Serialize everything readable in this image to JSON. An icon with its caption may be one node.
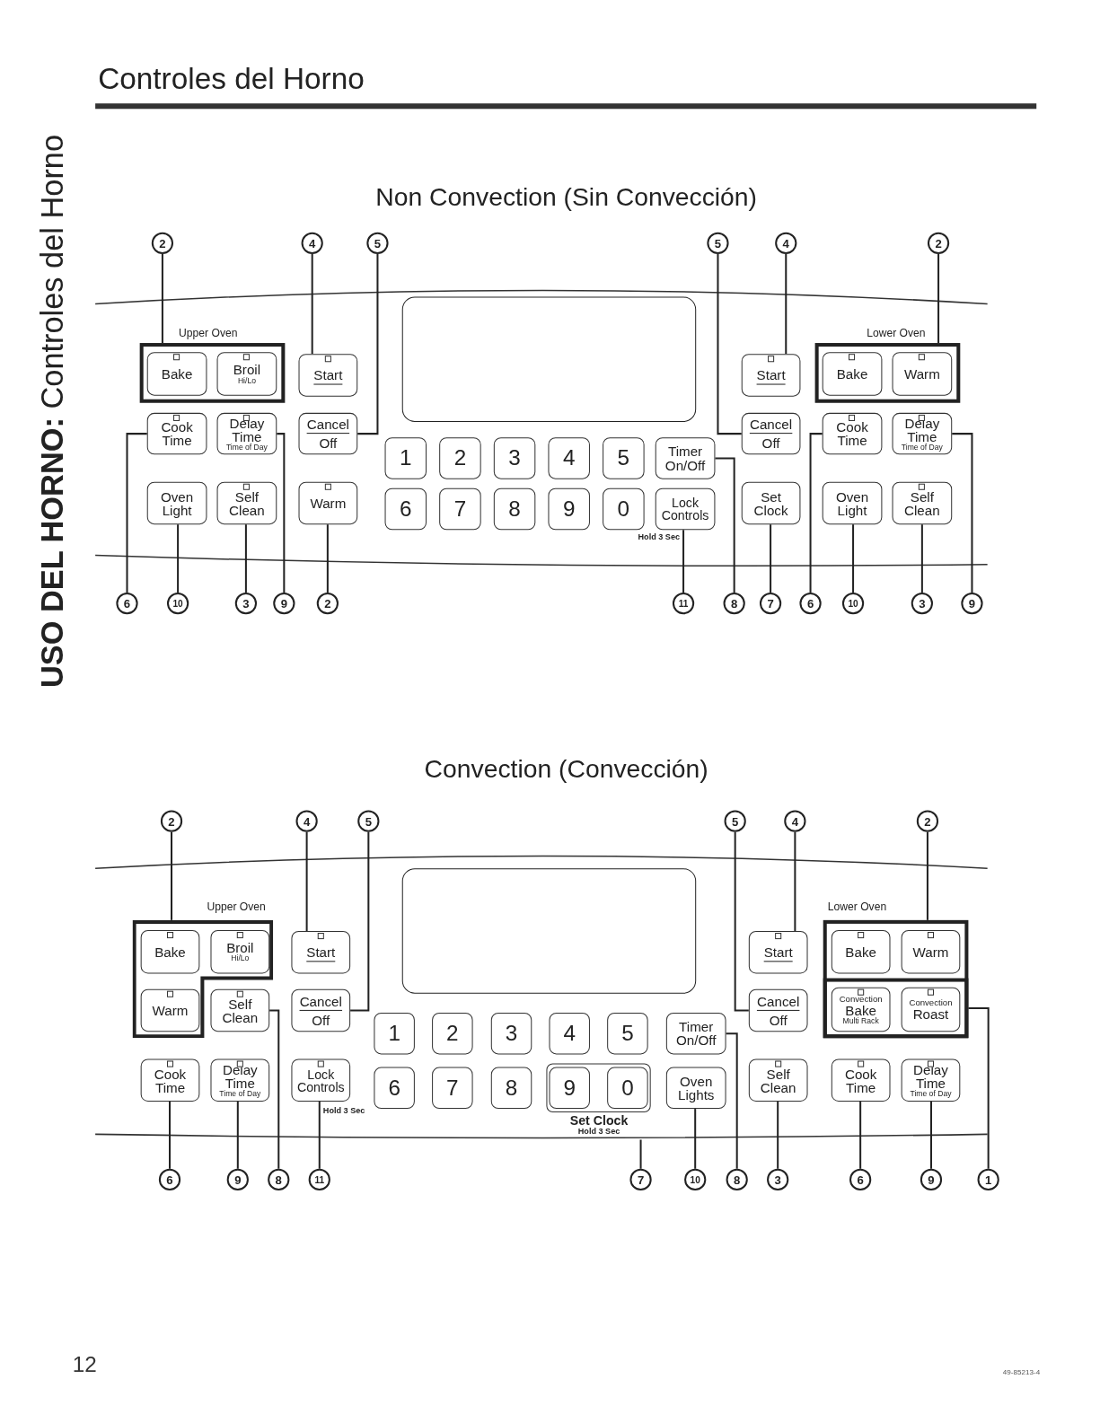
{
  "diagram": {
    "title": "Controles del Horno",
    "nodes": [
      {
        "text": [
          "2"
        ]
      },
      {
        "text": [
          "4"
        ]
      },
      {
        "text": [
          "5"
        ]
      },
      {
        "text": [
          "5"
        ]
      },
      {
        "text": [
          "4"
        ]
      },
      {
        "text": [
          "2"
        ]
      },
      {
        "text": [
          "Upper Oven"
        ]
      },
      {
        "text": [
          "Bake"
        ],
        "in": 6
      },
      {
        "text": [
          "Broil",
          "Hi/Lo"
        ],
        "in": 6
      },
      {
        "text": [
          "Start"
        ]
      },
      {
        "text": [
          "Cancel",
          "Off"
        ]
      },
      {
        "text": [
          "Cook Time"
        ]
      },
      {
        "text": [
          "Delay Time",
          "Time of Day"
        ]
      },
      {
        "text": [
          "Oven Light"
        ]
      },
      {
        "text": [
          "Self Clean"
        ]
      },
      {
        "text": [
          "Warm"
        ]
      },
      {
        "text": [
          "1"
        ]
      },
      {
        "text": [
          "2"
        ]
      },
      {
        "text": [
          "3"
        ]
      },
      {
        "text": [
          "4"
        ]
      },
      {
        "text": [
          "5"
        ]
      },
      {
        "text": [
          "6"
        ]
      },
      {
        "text": [
          "7"
        ]
      },
      {
        "text": [
          "8"
        ]
      },
      {
        "text": [
          "9"
        ]
      },
      {
        "text": [
          "0"
        ]
      },
      {
        "text": [
          "Timer On/Off"
        ]
      },
      {
        "text": [
          "Lock Controls"
        ],
        "beside": [
          "Hold 3 Sec"
        ]
      },
      {
        "text": [
          "Start"
        ]
      },
      {
        "text": [
          "Cancel",
          "Off"
        ]
      },
      {
        "text": [
          "Set Clock"
        ]
      },
      {
        "text": [
          "Lower Oven"
        ]
      },
      {
        "text": [
          "Bake"
        ],
        "in": 31
      },
      {
        "text": [
          "Warm"
        ],
        "in": 31
      },
      {
        "text": [
          "Cook Time"
        ]
      },
      {
        "text": [
          "Delay Time",
          "Time of Day"
        ]
      },
      {
        "text": [
          "Oven Light"
        ]
      },
      {
        "text": [
          "Self Clean"
        ]
      },
      {
        "text": [
          "6"
        ]
      },
      {
        "text": [
          "10"
        ]
      },
      {
        "text": [
          "3"
        ]
      },
      {
        "text": [
          "9"
        ]
      },
      {
        "text": [
          "2"
        ]
      },
      {
        "text": [
          "11"
        ]
      },
      {
        "text": [
          "8"
        ]
      },
      {
        "text": [
          "7"
        ]
      },
      {
        "text": [
          "6"
        ]
      },
      {
        "text": [
          "10"
        ]
      },
      {
        "text": [
          "3"
        ]
      },
      {
        "text": [
          "9"
        ]
      },
      {
        "text": [
          "2"
        ]
      },
      {
        "text": [
          "4"
        ]
      },
      {
        "text": [
          "5"
        ]
      },
      {
        "text": [
          "5"
        ]
      },
      {
        "text": [
          "4"
        ]
      },
      {
        "text": [
          "2"
        ]
      },
      {
        "text": [
          "Upper Oven"
        ]
      },
      {
        "text": [
          "Bake"
        ],
        "in": 56
      },
      {
        "text": [
          "Broil",
          "Hi/Lo"
        ],
        "in": 56
      },
      {
        "text": [
          "Warm"
        ],
        "in": 56
      },
      {
        "text": [
          "Self Clean"
        ]
      },
      {
        "text": [
          "Start"
        ]
      },
      {
        "text": [
          "Cancel",
          "Off"
        ]
      },
      {
        "text": [
          "Cook Time"
        ]
      },
      {
        "text": [
          "Delay Time",
          "Time of Day"
        ]
      },
      {
        "text": [
          "Lock Controls"
        ],
        "beside": [
          "Hold 3 Sec"
        ]
      },
      {
        "text": [
          "1"
        ]
      },
      {
        "text": [
          "2"
        ]
      },
      {
        "text": [
          "3"
        ]
      },
      {
        "text": [
          "4"
        ]
      },
      {
        "text": [
          "5"
        ]
      },
      {
        "text": [
          "6"
        ]
      },
      {
        "text": [
          "7"
        ]
      },
      {
        "text": [
          "8"
        ]
      },
      {
        "text": [
          "Set Clock",
          "Hold 3 Sec"
        ]
      },
      {
        "text": [
          "9"
        ],
        "in": 74
      },
      {
        "text": [
          "0"
        ],
        "in": 74
      },
      {
        "text": [
          "Timer On/Off"
        ]
      },
      {
        "text": [
          "Oven Lights"
        ]
      },
      {
        "text": [
          "Start"
        ]
      },
      {
        "text": [
          "Cancel",
          "Off"
        ]
      },
      {
        "text": [
          "Self Clean"
        ]
      },
      {
        "text": [
          "Lower Oven"
        ]
      },
      {
        "text": [
          "Bake"
        ],
        "in": 82
      },
      {
        "text": [
          "Warm"
        ],
        "in": 82
      },
      {
        "text": [],
        "shape": "box",
        "in": 82
      },
      {
        "text": [
          "Convection",
          "Bake",
          "Multi Rack"
        ],
        "in": 85
      },
      {
        "text": [
          "Convection",
          "Roast"
        ],
        "in": 85
      },
      {
        "text": [
          "Cook Time"
        ]
      },
      {
        "text": [
          "Delay Time",
          "Time of Day"
        ]
      },
      {
        "text": [
          "6"
        ]
      },
      {
        "text": [
          "9"
        ]
      },
      {
        "text": [
          "8"
        ]
      },
      {
        "text": [
          "11"
        ]
      },
      {
        "text": [
          "7"
        ]
      },
      {
        "text": [
          "10"
        ]
      },
      {
        "text": [
          "8"
        ]
      },
      {
        "text": [
          "3"
        ]
      },
      {
        "text": [
          "6"
        ]
      },
      {
        "text": [
          "9"
        ]
      },
      {
        "text": [
          "1"
        ]
      },
      {
        "text": [],
        "shape": "box"
      },
      {
        "text": [],
        "shape": "box"
      }
    ],
    "edges": [
      {
        "from": 0,
        "to": 6,
        "arrow": "none"
      },
      {
        "from": 1,
        "to": 9,
        "arrow": "none"
      },
      {
        "from": 2,
        "to": 10,
        "arrow": "none"
      },
      {
        "from": 3,
        "to": 29,
        "arrow": "none"
      },
      {
        "from": 4,
        "to": 28,
        "arrow": "none"
      },
      {
        "from": 5,
        "to": 31,
        "arrow": "none"
      },
      {
        "from": 38,
        "to": 11,
        "arrow": "none"
      },
      {
        "from": 39,
        "to": 13,
        "arrow": "none"
      },
      {
        "from": 40,
        "to": 14,
        "arrow": "none"
      },
      {
        "from": 41,
        "to": 12,
        "arrow": "none"
      },
      {
        "from": 42,
        "to": 15,
        "arrow": "none"
      },
      {
        "from": 43,
        "to": 27,
        "arrow": "none"
      },
      {
        "from": 44,
        "to": 26,
        "arrow": "none"
      },
      {
        "from": 45,
        "to": 30,
        "arrow": "none"
      },
      {
        "from": 46,
        "to": 34,
        "arrow": "none"
      },
      {
        "from": 47,
        "to": 36,
        "arrow": "none"
      },
      {
        "from": 48,
        "to": 37,
        "arrow": "none"
      },
      {
        "from": 49,
        "to": 35,
        "arrow": "none"
      },
      {
        "from": 50,
        "to": 56,
        "arrow": "none"
      },
      {
        "from": 51,
        "to": 61,
        "arrow": "none"
      },
      {
        "from": 52,
        "to": 62,
        "arrow": "none"
      },
      {
        "from": 53,
        "to": 80,
        "arrow": "none"
      },
      {
        "from": 54,
        "to": 79,
        "arrow": "none"
      },
      {
        "from": 55,
        "to": 82,
        "arrow": "none"
      },
      {
        "from": 90,
        "to": 63,
        "arrow": "none"
      },
      {
        "from": 91,
        "to": 64,
        "arrow": "none"
      },
      {
        "from": 92,
        "to": 60,
        "arrow": "none"
      },
      {
        "from": 93,
        "to": 65,
        "arrow": "none"
      },
      {
        "from": 94,
        "to": 74,
        "arrow": "none"
      },
      {
        "from": 95,
        "to": 78,
        "arrow": "none"
      },
      {
        "from": 96,
        "to": 77,
        "arrow": "none"
      },
      {
        "from": 97,
        "to": 81,
        "arrow": "none"
      },
      {
        "from": 98,
        "to": 88,
        "arrow": "none"
      },
      {
        "from": 99,
        "to": 89,
        "arrow": "none"
      },
      {
        "from": 100,
        "to": 85,
        "arrow": "none"
      }
    ],
    "labels": [
      "**USO DEL HORNO:** Controles del Horno",
      "Non Convection (Sin Convección)",
      "Convection (Convección)",
      "12",
      "49-85213-4"
    ]
  }
}
